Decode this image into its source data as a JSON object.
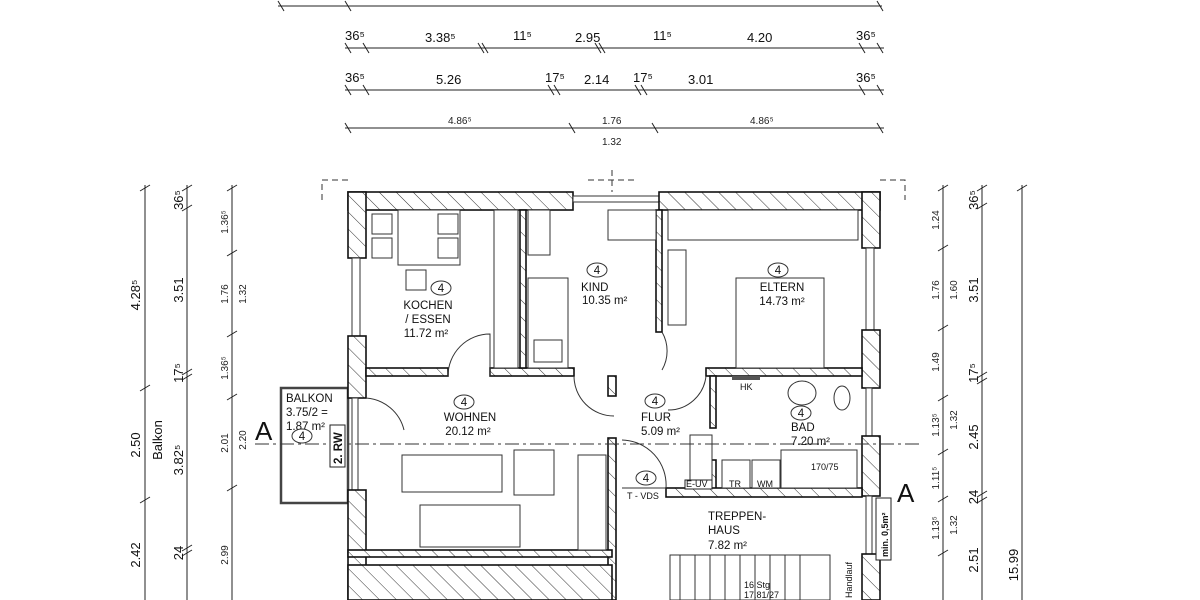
{
  "plan": {
    "dimensions_top": {
      "row2": [
        "36⁵",
        "3.38⁵",
        "11⁵",
        "2.95",
        "11⁵",
        "4.20",
        "36⁵"
      ],
      "row3": [
        "36⁵",
        "5.26",
        "17⁵",
        "2.14",
        "17⁵",
        "3.01",
        "36⁵"
      ],
      "row4": [
        "4.86⁵",
        "1.76",
        "1.32",
        "4.86⁵"
      ]
    },
    "dimensions_left": {
      "outer": [
        "4.28⁵",
        "2.50",
        "2.42"
      ],
      "middle": [
        "36⁵",
        "3.51",
        "17⁵",
        "Balkon",
        "3.82⁵",
        "24"
      ],
      "inner": [
        "1.36⁵",
        "1.76",
        "1.32",
        "1.36⁵",
        "2.01",
        "2.20",
        "2.99"
      ]
    },
    "dimensions_right": {
      "inner": [
        "1.24",
        "1.76",
        "1.60",
        "1.49",
        "1.13⁵",
        "1.32",
        "1.11⁵",
        "1.13⁵",
        "1.32"
      ],
      "middle": [
        "36⁵",
        "3.51",
        "17⁵",
        "2.45",
        "24",
        "2.51"
      ],
      "outer": [
        "15.99"
      ]
    },
    "rooms": {
      "kochen": {
        "number": "4",
        "name1": "KOCHEN",
        "name2": "/ ESSEN",
        "area": "11.72 m²"
      },
      "kind": {
        "number": "4",
        "name": "KIND",
        "area": "10.35 m²"
      },
      "eltern": {
        "number": "4",
        "name": "ELTERN",
        "area": "14.73 m²"
      },
      "wohnen": {
        "number": "4",
        "name": "WOHNEN",
        "area": "20.12 m²"
      },
      "flur": {
        "number": "4",
        "name": "FLUR",
        "area": "5.09 m²"
      },
      "bad": {
        "number": "4",
        "name": "BAD",
        "area": "7.20 m²"
      },
      "treppenhaus": {
        "name1": "TREPPEN-",
        "name2": "HAUS",
        "area": "7.82 m²"
      },
      "vds": {
        "number": "4",
        "name": "T - VDS"
      },
      "balkon": {
        "name": "BALKON",
        "calc": "3.75/2 =",
        "area": "1.87 m²",
        "number": "4"
      }
    },
    "labels": {
      "rw": "2. RW",
      "hk": "HK",
      "euv": "E-UV",
      "tr": "TR",
      "wm": "WM",
      "tub": "170/75",
      "min_window": "min. 0,5m²",
      "stairs1": "16 Stg",
      "stairs2": "17.81/27",
      "handlauf": "Handlauf",
      "section_left": "A",
      "section_right": "A"
    }
  }
}
